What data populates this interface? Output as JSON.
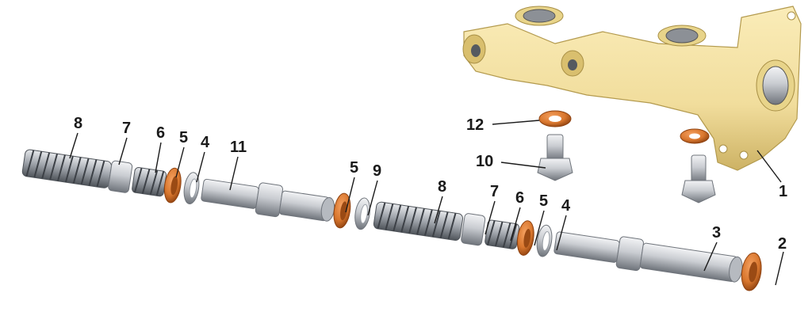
{
  "callouts": [
    {
      "id": "c8a",
      "label": "8"
    },
    {
      "id": "c7a",
      "label": "7"
    },
    {
      "id": "c6a",
      "label": "6"
    },
    {
      "id": "c5a",
      "label": "5"
    },
    {
      "id": "c4a",
      "label": "4"
    },
    {
      "id": "c11",
      "label": "11"
    },
    {
      "id": "c5b",
      "label": "5"
    },
    {
      "id": "c9",
      "label": "9"
    },
    {
      "id": "c8b",
      "label": "8"
    },
    {
      "id": "c7b",
      "label": "7"
    },
    {
      "id": "c6b",
      "label": "6"
    },
    {
      "id": "c5c",
      "label": "5"
    },
    {
      "id": "c4b",
      "label": "4"
    },
    {
      "id": "c3",
      "label": "3"
    },
    {
      "id": "c2",
      "label": "2"
    },
    {
      "id": "c12",
      "label": "12"
    },
    {
      "id": "c10",
      "label": "10"
    },
    {
      "id": "c1",
      "label": "1"
    }
  ],
  "colors": {
    "housing": "#f1dd9c",
    "housing_shade": "#d9bf6e",
    "metal": "#c9ccd1",
    "metal_dark": "#7d8289",
    "seal_copper": "#d9772e",
    "seal_dark": "#9a4a14",
    "leader": "#1a1a1a"
  }
}
